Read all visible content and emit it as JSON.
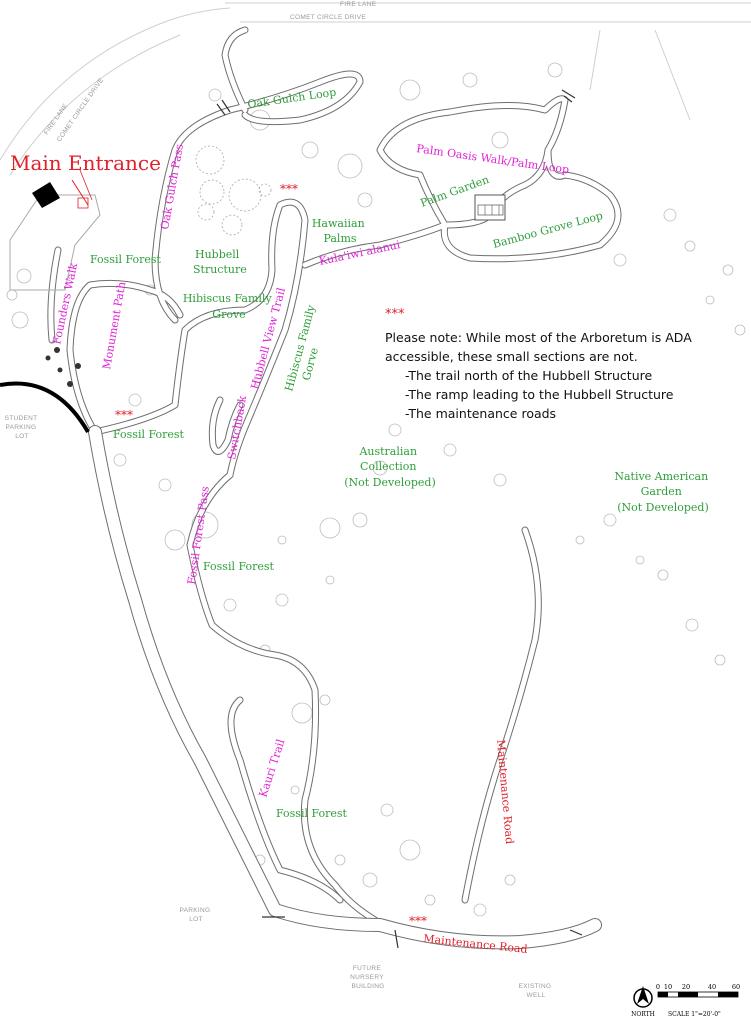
{
  "header": {
    "fire_lane": "FIRE LANE",
    "comet_circle_drive": "COMET CIRCLE DRIVE"
  },
  "entrance": {
    "label": "Main Entrance"
  },
  "trails": [
    {
      "id": "oak-gulch-pass",
      "label": "Oak Gulch Pass"
    },
    {
      "id": "founders-walk",
      "label": "Founders Walk"
    },
    {
      "id": "monument-path",
      "label": "Monument Path"
    },
    {
      "id": "palm-oasis-walk",
      "label": "Palm Oasis Walk/Palm Loop"
    },
    {
      "id": "kulaiwi-alanui",
      "label": "Kula'iwi alanui"
    },
    {
      "id": "hubbell-view-trail",
      "label": "Hubbell View Trail"
    },
    {
      "id": "switchback",
      "label": "Switchback"
    },
    {
      "id": "fossil-forest-pass",
      "label": "Fossil Forest Pass"
    },
    {
      "id": "kauri-trail",
      "label": "Kauri Trail"
    }
  ],
  "areas": [
    {
      "id": "oak-gulch-loop",
      "label": "Oak Gulch Loop"
    },
    {
      "id": "fossil-forest-1",
      "label": "Fossil Forest"
    },
    {
      "id": "hubbell-structure",
      "lines": [
        "Hubbell",
        "Structure"
      ]
    },
    {
      "id": "hibiscus-grove",
      "lines": [
        "Hibiscus Family",
        "Grove"
      ]
    },
    {
      "id": "hawaiian-palms",
      "lines": [
        "Hawaiian",
        "Palms"
      ]
    },
    {
      "id": "palm-garden",
      "label": "Palm Garden"
    },
    {
      "id": "bamboo-grove-loop",
      "label": "Bamboo Grove Loop"
    },
    {
      "id": "hibiscus-gorve",
      "lines": [
        "Hibiscus Family",
        "Gorve"
      ]
    },
    {
      "id": "fossil-forest-2",
      "label": "Fossil Forest"
    },
    {
      "id": "fossil-forest-3",
      "label": "Fossil Forest"
    },
    {
      "id": "fossil-forest-4",
      "label": "Fossil Forest"
    },
    {
      "id": "australian-collection",
      "lines": [
        "Australian",
        "Collection",
        "(Not Developed)"
      ]
    },
    {
      "id": "native-american-garden",
      "lines": [
        "Native American",
        "Garden",
        "(Not Developed)"
      ]
    }
  ],
  "roads": [
    {
      "id": "maintenance-road-vertical",
      "label": "Maintenance Road"
    },
    {
      "id": "maintenance-road-bottom",
      "label": "Maintenance Road"
    }
  ],
  "markers": {
    "stars": "***"
  },
  "note": {
    "stars": "***",
    "intro": "Please note: While most of the Arboretum is ADA accessible, these small sections are not.",
    "items": [
      "-The trail north of the Hubbell Structure",
      "-The ramp leading to the Hubbell Structure",
      "-The maintenance roads"
    ]
  },
  "labels": {
    "fire_lane_diag": "FIRE LANE",
    "comet_circle_diag": "COMET CIRCLE DRIVE",
    "student_parking": [
      "STUDENT",
      "PARKING",
      "LOT"
    ],
    "parking_lot": [
      "PARKING",
      "LOT"
    ],
    "future_nursery": [
      "FUTURE",
      "NURSERY",
      "BUILDING"
    ],
    "existing_well": [
      "EXISTING",
      "WELL"
    ]
  },
  "scale": {
    "ticks": [
      "0",
      "10",
      "20",
      "40",
      "60"
    ],
    "north": "NORTH",
    "scale_text": "SCALE 1\"=20'-0\""
  }
}
